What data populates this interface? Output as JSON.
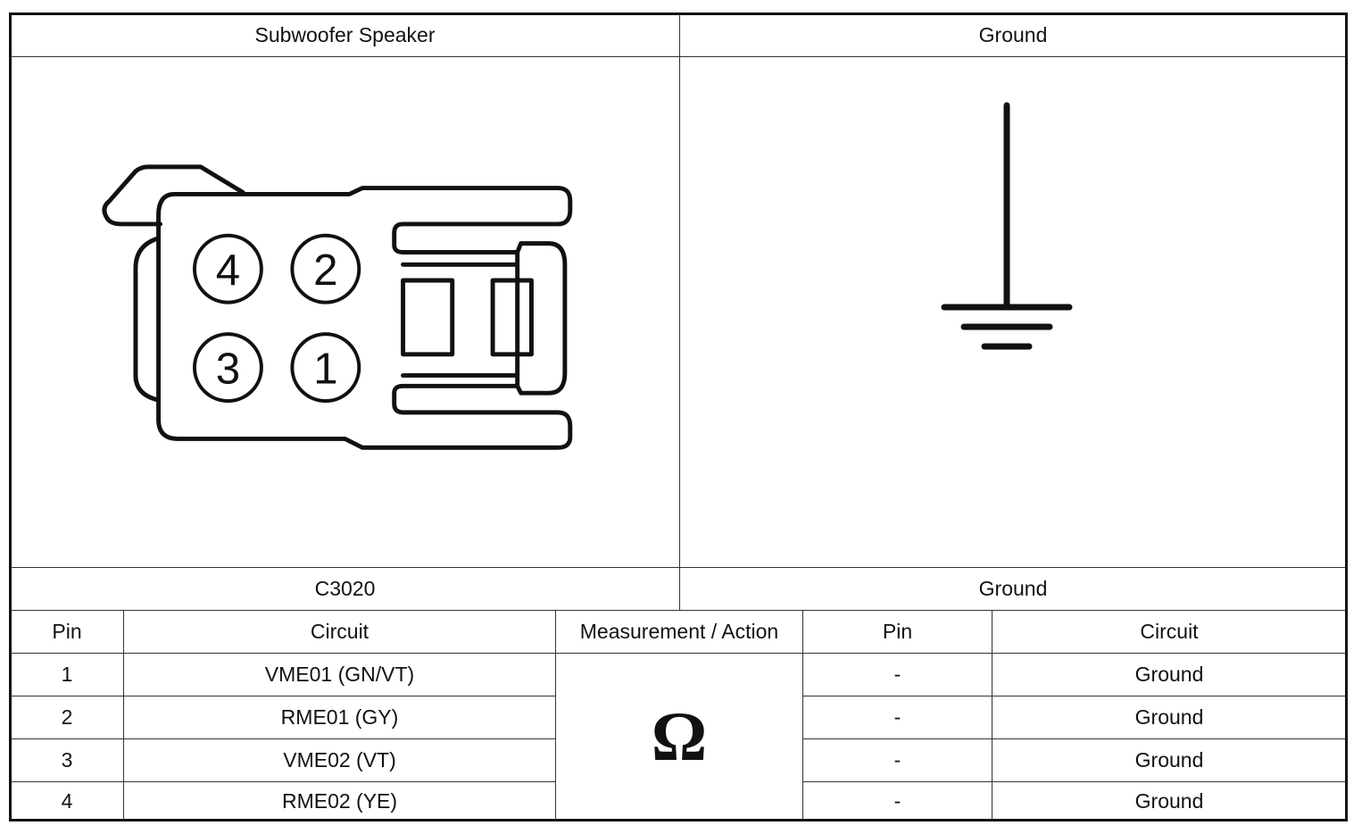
{
  "top": {
    "left_title": "Subwoofer Speaker",
    "right_title": "Ground"
  },
  "connector": {
    "pins": [
      "4",
      "2",
      "3",
      "1"
    ]
  },
  "bottom": {
    "left_title": "C3020",
    "right_title": "Ground"
  },
  "table": {
    "headers": [
      "Pin",
      "Circuit",
      "Measurement / Action",
      "Pin",
      "Circuit"
    ],
    "measurement_symbol": "Ω",
    "rows": [
      {
        "pin": "1",
        "circuit": "VME01 (GN/VT)",
        "pin2": "-",
        "circuit2": "Ground"
      },
      {
        "pin": "2",
        "circuit": "RME01 (GY)",
        "pin2": "-",
        "circuit2": "Ground"
      },
      {
        "pin": "3",
        "circuit": "VME02 (VT)",
        "pin2": "-",
        "circuit2": "Ground"
      },
      {
        "pin": "4",
        "circuit": "RME02 (YE)",
        "pin2": "-",
        "circuit2": "Ground"
      }
    ]
  }
}
